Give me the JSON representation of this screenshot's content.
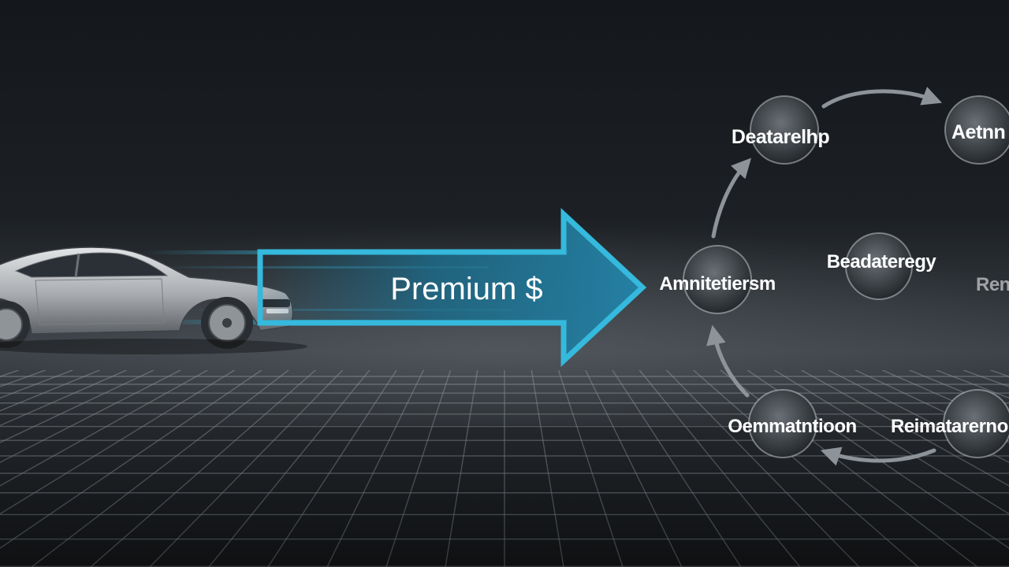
{
  "colors": {
    "background_top": "#14171b",
    "background_bottom": "#3e4349",
    "arrow_accent": "#35b9dc",
    "arrow_fill": "#1f6f8e",
    "node_ring": "#cfd4d8",
    "grid_line": "#8a9096"
  },
  "icons": [
    "car-illustration",
    "arrow-right-icon",
    "circular-flow-icon"
  ],
  "banner": {
    "text": "Premium $"
  },
  "nodes": [
    {
      "id": "top-left",
      "label": "Deatarelhp"
    },
    {
      "id": "top-right",
      "label": "Aetnn"
    },
    {
      "id": "center",
      "label": "Amnitetiersm"
    },
    {
      "id": "middle-right",
      "label": "Beadateregy"
    },
    {
      "id": "far-right",
      "label": "Ren"
    },
    {
      "id": "bottom-left",
      "label": "Oemmatntioon"
    },
    {
      "id": "bottom-right",
      "label": "Reimatarerno"
    }
  ]
}
